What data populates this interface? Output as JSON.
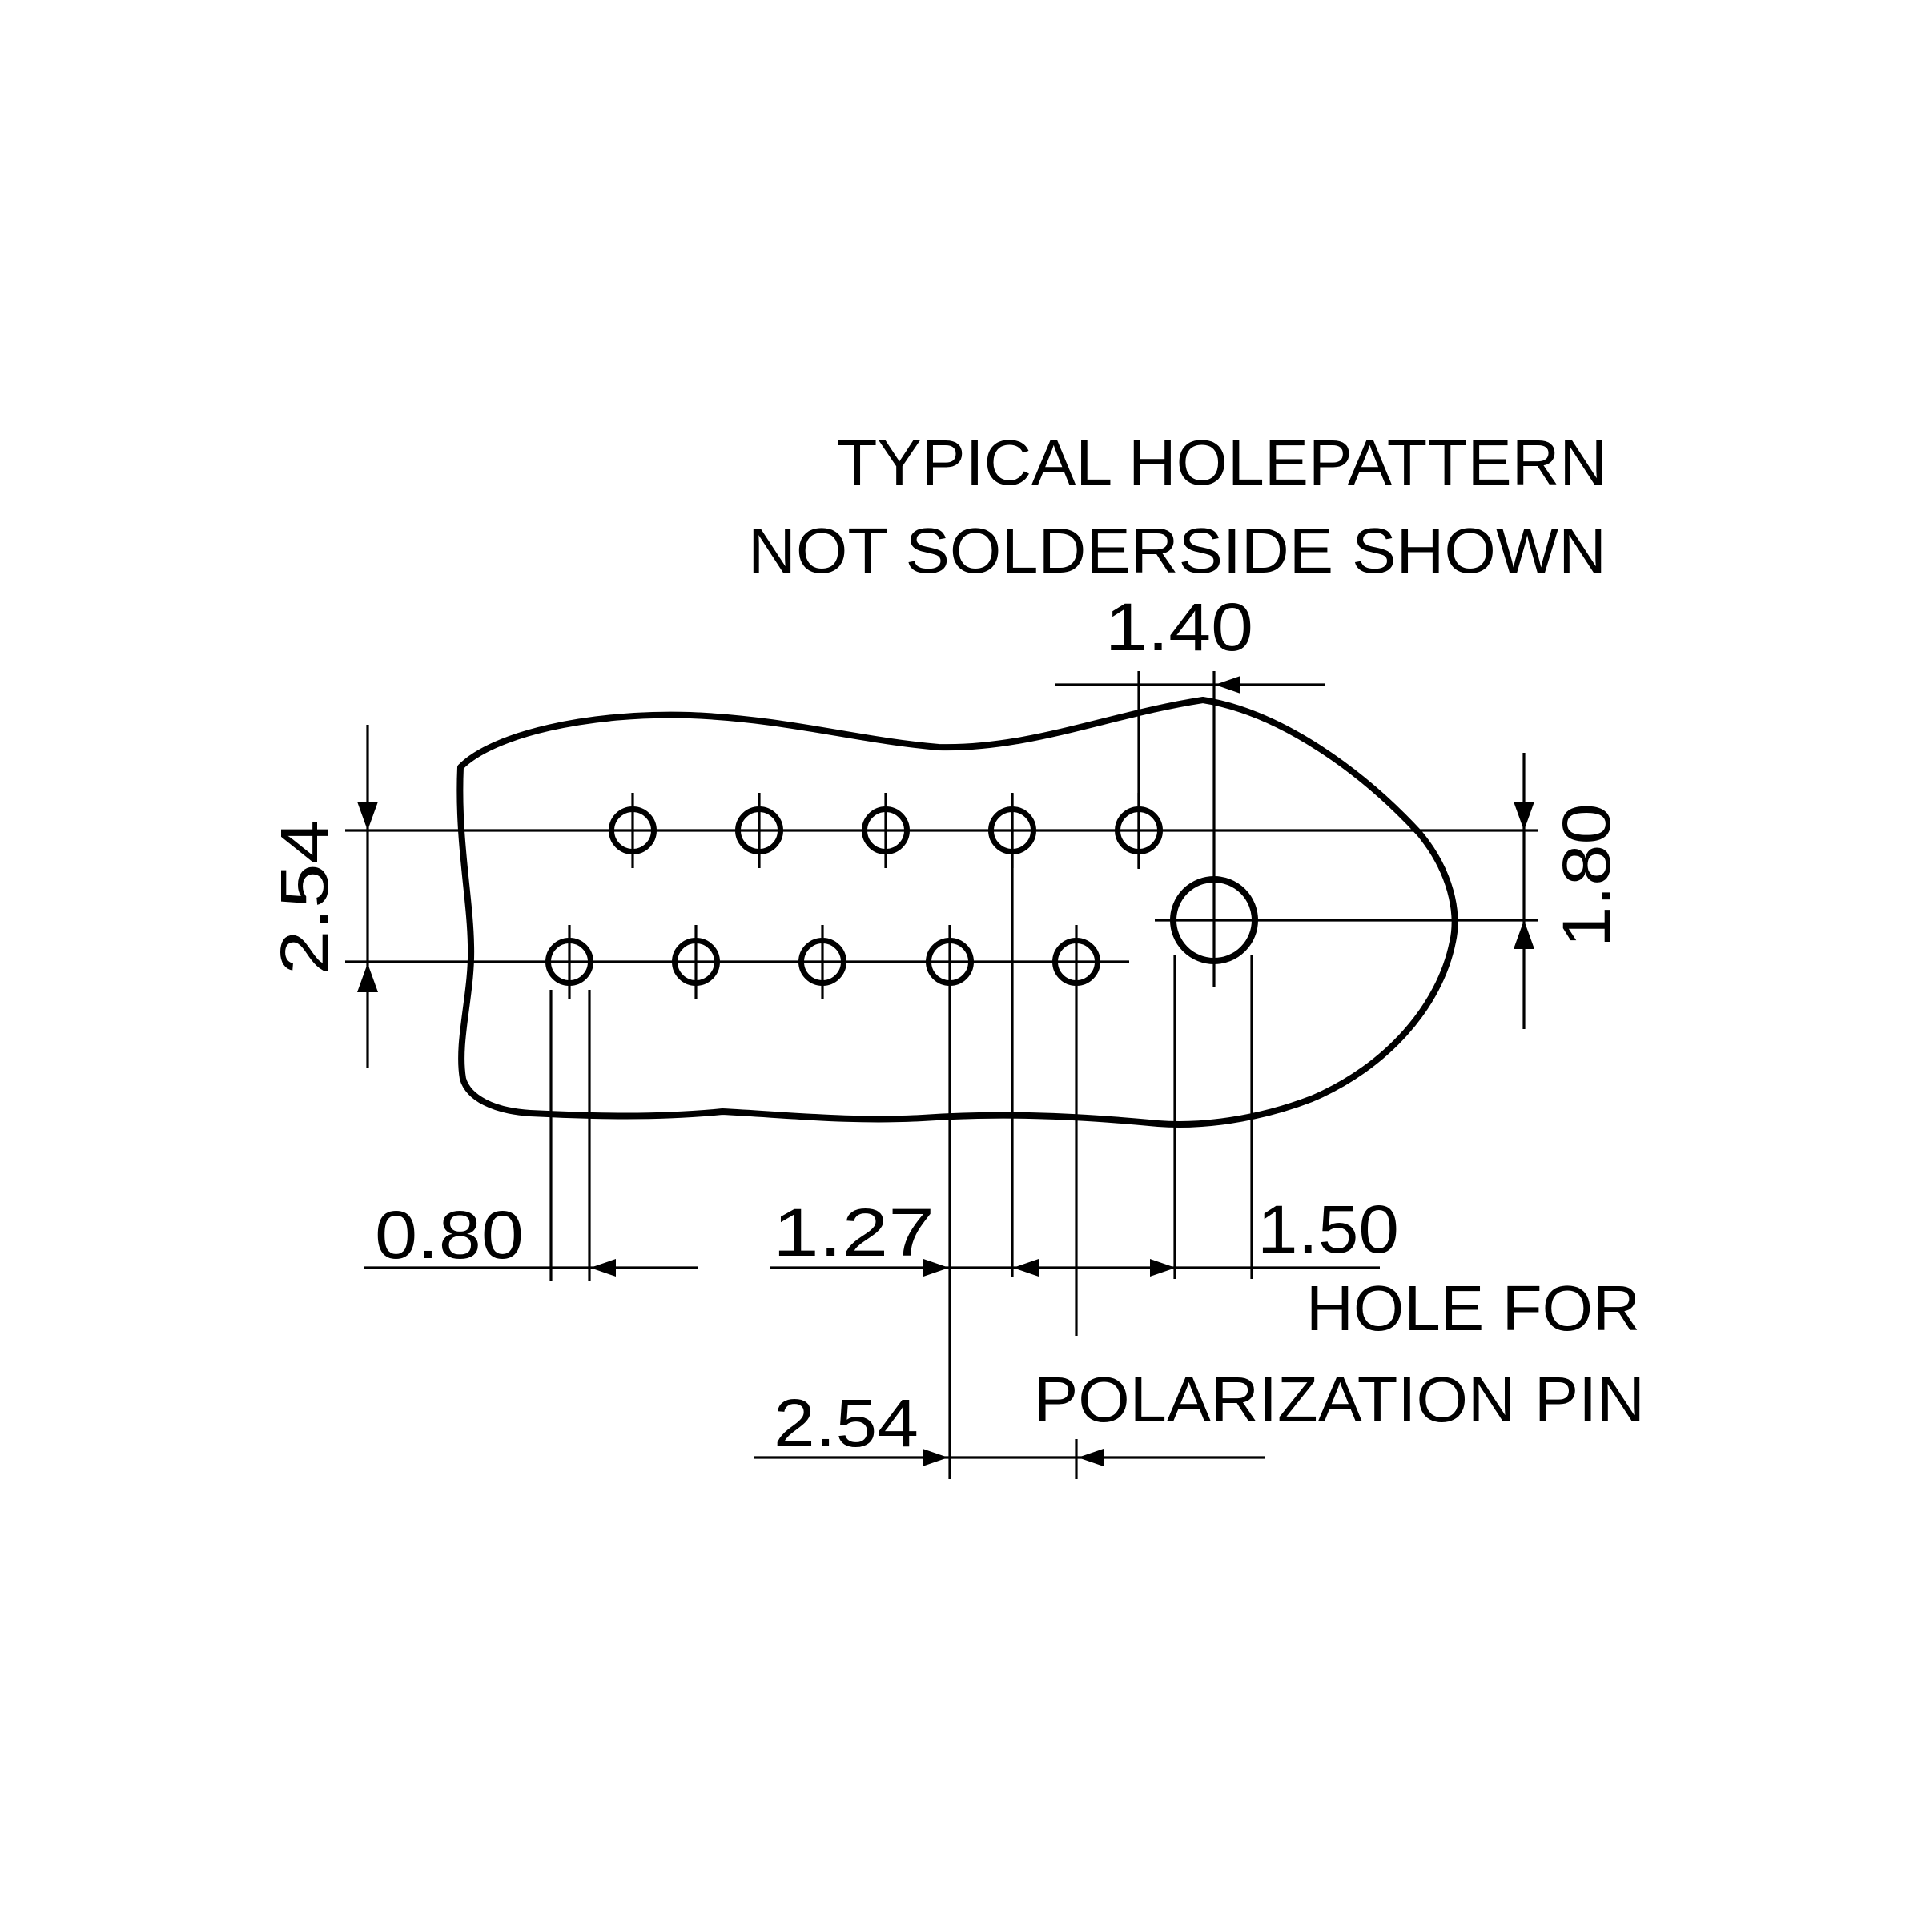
{
  "drawing": {
    "note_top": {
      "line1": "TYPICAL HOLEPATTERN",
      "line2": "NOT SOLDERSIDE SHOWN"
    },
    "dimensions": {
      "top_hole_to_polarization_x": "1.40",
      "top_row_to_polarization_y": "1.80",
      "row_to_row_spacing": "2.54",
      "small_hole_diameter": "0.80",
      "row_offset_x": "1.27",
      "polarization_hole_diameter": "1.50",
      "hole_pitch": "2.54"
    },
    "note_polarization": {
      "line1": "HOLE FOR",
      "line2": "POLARIZATION PIN"
    },
    "holes": {
      "top_row_count": 5,
      "bottom_row_count": 5,
      "polarization_hole_count": 1
    },
    "colors": {
      "ink": "#000000",
      "paper": "#ffffff"
    }
  }
}
